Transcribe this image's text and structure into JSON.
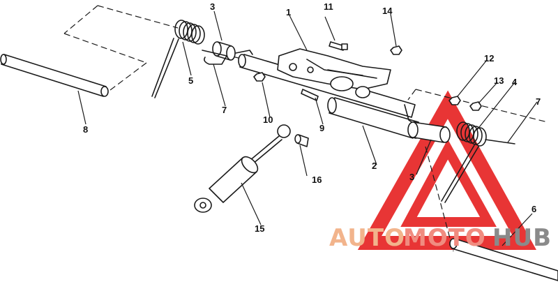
{
  "diagram": {
    "callouts": [
      "1",
      "2",
      "3",
      "3",
      "4",
      "5",
      "6",
      "7",
      "7",
      "8",
      "9",
      "10",
      "11",
      "12",
      "13",
      "14",
      "15",
      "16"
    ]
  },
  "watermark": {
    "part1": "AUTO",
    "part2": "MOTO",
    "part3": "HUB",
    "colors": {
      "auto": "#f2b48c",
      "moto": "#f08c80",
      "hub": "#8a8a8a",
      "triangle": "#e62020"
    }
  }
}
